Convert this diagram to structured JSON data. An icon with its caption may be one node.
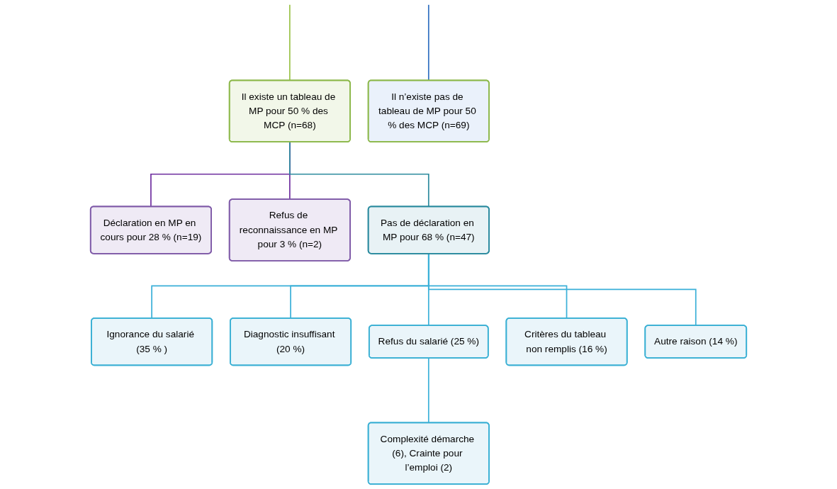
{
  "diagram": {
    "nodes": [
      {
        "text": [
          "Il existe un tableau de MP pour 50 % des MCP (n=68)"
        ]
      },
      {
        "text": [
          "Il n’existe pas de tableau de MP pour 50 % des MCP (n=69)"
        ]
      },
      {
        "text": [
          "Déclaration en MP en cours pour 28 % (n=19)"
        ]
      },
      {
        "text": [
          "Refus de reconnaissance en MP pour 3 % (n=2)"
        ]
      },
      {
        "text": [
          "Pas de déclaration en MP pour 68 % (n=47)"
        ]
      },
      {
        "text": [
          "Ignorance du salarié (35 % )"
        ]
      },
      {
        "text": [
          "Diagnostic insuffisant (20 %)"
        ]
      },
      {
        "text": [
          "Refus du salarié (25 %)"
        ]
      },
      {
        "text": [
          "Critères du tableau non remplis (16 %)"
        ]
      },
      {
        "text": [
          "Autre raison (14 %)"
        ]
      },
      {
        "text": [
          "Complexité démarche (6), Crainte pour l’emploi (2)"
        ]
      }
    ],
    "edges": [
      {
        "from": null,
        "to": 0,
        "arrow": "none",
        "color": "#9bc34a"
      },
      {
        "from": null,
        "to": 1,
        "arrow": "none",
        "color": "#2f6fc0"
      },
      {
        "from": 0,
        "to": 2,
        "arrow": "none",
        "color": "#7030a0"
      },
      {
        "from": 0,
        "to": 3,
        "arrow": "none",
        "color": "#7030a0"
      },
      {
        "from": 0,
        "to": 4,
        "arrow": "none",
        "color": "#2e8b9e"
      },
      {
        "from": 4,
        "to": 5,
        "arrow": "none"
      },
      {
        "from": 4,
        "to": 6,
        "arrow": "none"
      },
      {
        "from": 4,
        "to": 7,
        "arrow": "none"
      },
      {
        "from": 4,
        "to": 8,
        "arrow": "none"
      },
      {
        "from": 4,
        "to": 9,
        "arrow": "none"
      },
      {
        "from": 7,
        "to": 10,
        "arrow": "none"
      }
    ]
  }
}
